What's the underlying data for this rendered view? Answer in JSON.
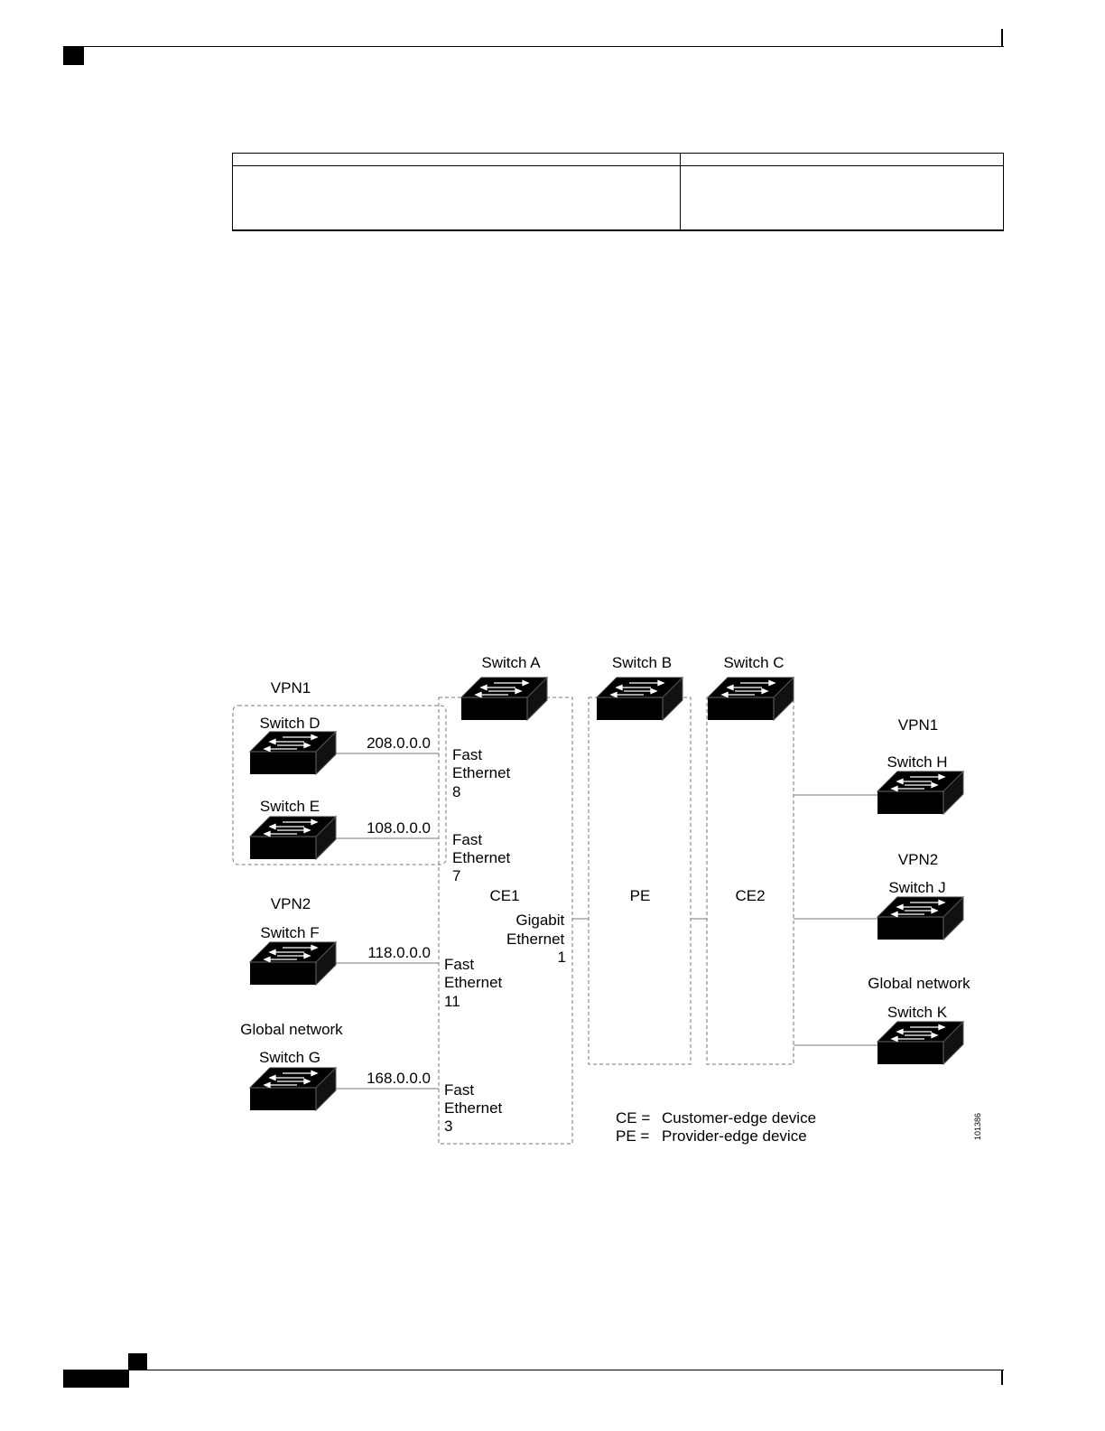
{
  "page": {
    "accent_color": "#000000"
  },
  "table": {
    "header": [
      "",
      ""
    ],
    "rows": [
      [
        "",
        ""
      ]
    ]
  },
  "diagram": {
    "icon": "network-switch-icon",
    "switches": [
      {
        "id": "A",
        "label": "Switch A"
      },
      {
        "id": "B",
        "label": "Switch B"
      },
      {
        "id": "C",
        "label": "Switch C"
      },
      {
        "id": "D",
        "label": "Switch D"
      },
      {
        "id": "E",
        "label": "Switch E"
      },
      {
        "id": "F",
        "label": "Switch F"
      },
      {
        "id": "G",
        "label": "Switch G"
      },
      {
        "id": "H",
        "label": "Switch H"
      },
      {
        "id": "J",
        "label": "Switch J"
      },
      {
        "id": "K",
        "label": "Switch K"
      }
    ],
    "groups": {
      "left_vpn1": "VPN1",
      "left_vpn2": "VPN2",
      "left_global": "Global network",
      "right_vpn1": "VPN1",
      "right_vpn2": "VPN2",
      "right_global": "Global network"
    },
    "networks": {
      "D": "208.0.0.0",
      "E": "108.0.0.0",
      "F": "118.0.0.0",
      "G": "168.0.0.0"
    },
    "ports": {
      "fe8": [
        "Fast",
        "Ethernet",
        "8"
      ],
      "fe7": [
        "Fast",
        "Ethernet",
        "7"
      ],
      "fe11": [
        "Fast",
        "Ethernet",
        "11"
      ],
      "fe3": [
        "Fast",
        "Ethernet",
        "3"
      ],
      "gig1": [
        "Gigabit",
        "Ethernet",
        "1"
      ]
    },
    "devices": {
      "ce1": "CE1",
      "pe": "PE",
      "ce2": "CE2"
    },
    "legend": {
      "ce_abbr": "CE =",
      "ce_text": "Customer-edge device",
      "pe_abbr": "PE =",
      "pe_text": "Provider-edge device"
    },
    "figure_id": "101386"
  }
}
